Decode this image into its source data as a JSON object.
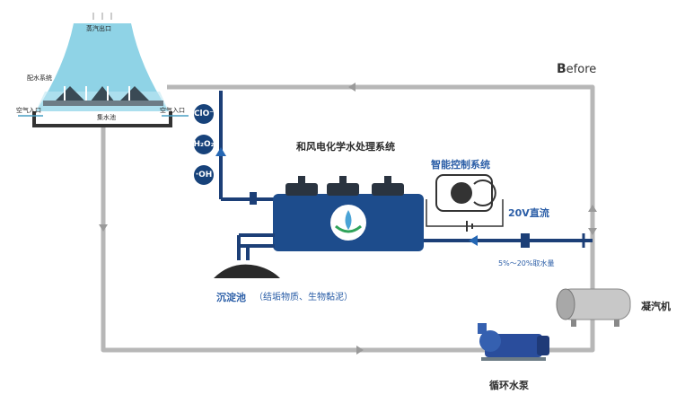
{
  "tower": {
    "steam_outlet": "蒸汽出口",
    "water_distribution": "配水系统",
    "air_inlet_left": "空气入口",
    "air_inlet_right": "空气入口",
    "collection_basin": "集水池"
  },
  "chemicals": [
    "ClO⁻",
    "H₂O₂",
    "·OH"
  ],
  "system_title": "和风电化学水处理系统",
  "control_system": "智能控制系统",
  "power_label": "20V直流",
  "intake_label": "5%～20%取水量",
  "sediment_label": "沉淀池",
  "sediment_note": "（结垢物质、生物黏泥）",
  "condenser_label": "凝汽机",
  "pump_label": "循环水泵",
  "before_label": {
    "initial": "B",
    "rest": "efore"
  },
  "colors": {
    "pipe_gray": "#b7b7b7",
    "pipe_blue": "#1c3f77",
    "tank_blue": "#1d4c8c",
    "tower_cyan": "#8fd3e6",
    "label_blue": "#2b5ea7"
  }
}
